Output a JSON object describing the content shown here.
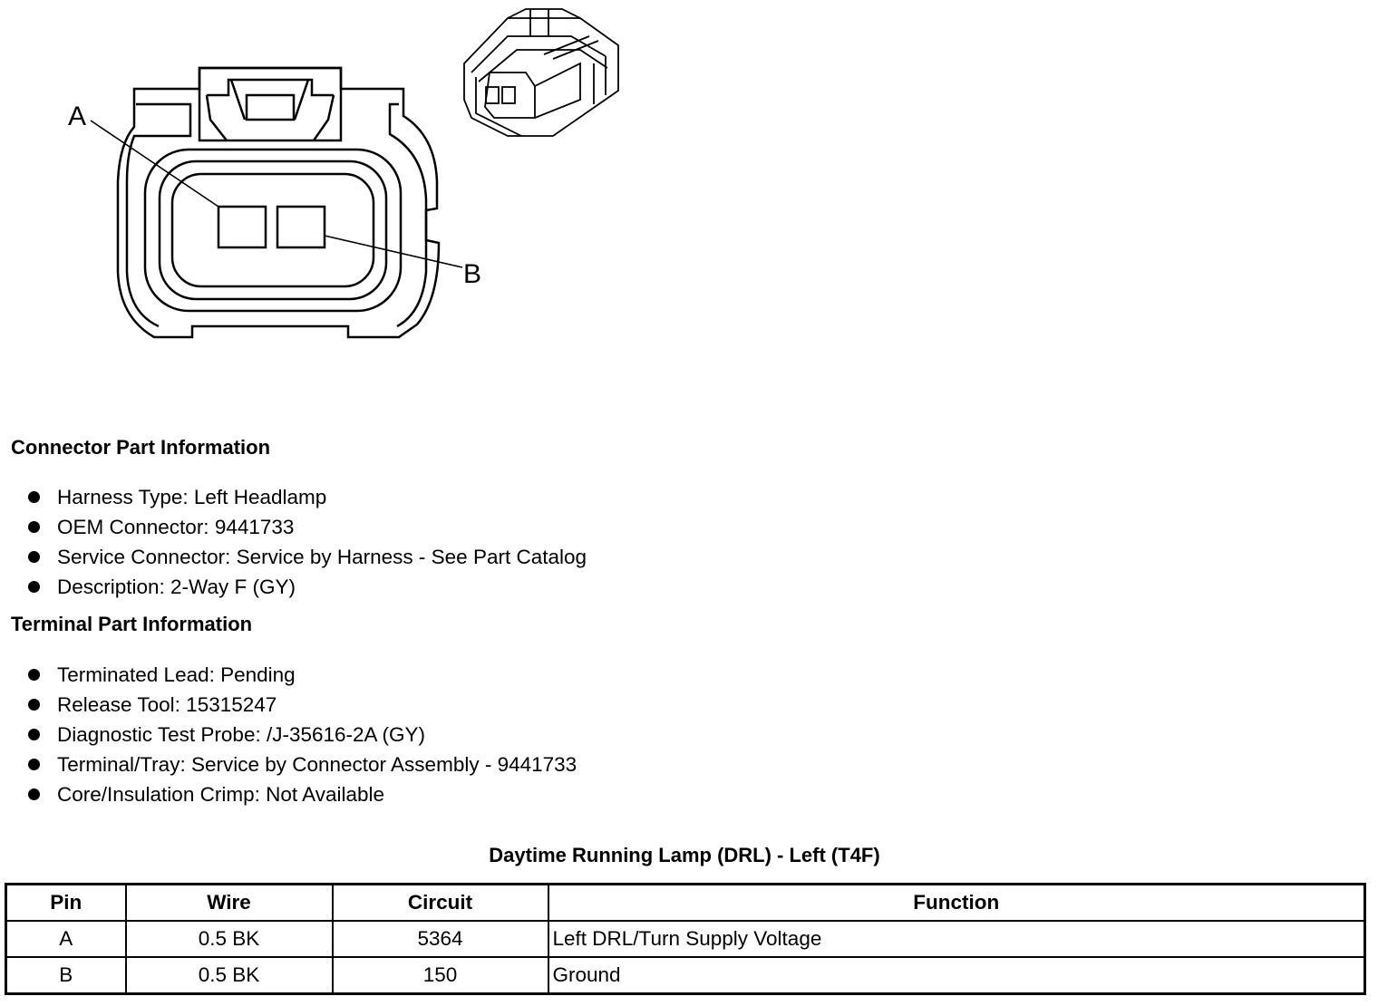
{
  "diagram": {
    "pin_labels": [
      "A",
      "B"
    ]
  },
  "connector_info": {
    "heading": "Connector Part Information",
    "items": [
      "Harness Type: Left Headlamp",
      "OEM Connector: 9441733",
      "Service Connector: Service by Harness - See Part Catalog",
      "Description: 2-Way F (GY)"
    ]
  },
  "terminal_info": {
    "heading": "Terminal Part Information",
    "items": [
      "Terminated Lead: Pending",
      "Release Tool: 15315247",
      "Diagnostic Test Probe: /J-35616-2A (GY)",
      "Terminal/Tray: Service by Connector Assembly - 9441733",
      "Core/Insulation Crimp: Not Available"
    ]
  },
  "pin_table": {
    "caption": "Daytime Running Lamp (DRL) - Left (T4F)",
    "headers": [
      "Pin",
      "Wire",
      "Circuit",
      "Function"
    ],
    "rows": [
      [
        "A",
        "0.5 BK",
        "5364",
        "Left DRL/Turn Supply Voltage"
      ],
      [
        "B",
        "0.5 BK",
        "150",
        "Ground"
      ]
    ]
  }
}
